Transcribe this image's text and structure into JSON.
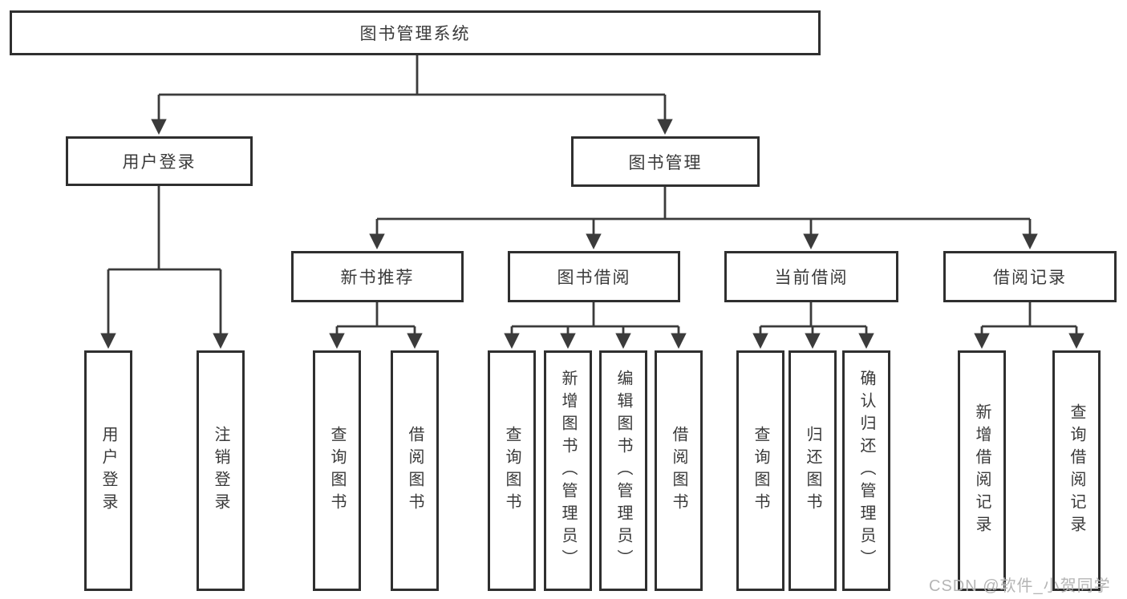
{
  "meta": {
    "diagram_type": "hierarchy",
    "background_color": "#ffffff",
    "line_color": "#3b3b3b",
    "box_border_color": "#2f2f2f",
    "box_fill_color": "#ffffff",
    "text_color": "#3a3a3a",
    "watermark_color": "#b5b5b5"
  },
  "nodes": {
    "root": {
      "label": "图书管理系统"
    },
    "user_login": {
      "label": "用户登录"
    },
    "book_mgmt": {
      "label": "图书管理"
    },
    "login": {
      "label": "用户登录"
    },
    "logout": {
      "label": "注销登录"
    },
    "new_book_rec": {
      "label": "新书推荐"
    },
    "book_borrow": {
      "label": "图书借阅"
    },
    "current_borrow": {
      "label": "当前借阅"
    },
    "borrow_records": {
      "label": "借阅记录"
    },
    "nb_query": {
      "label": "查询图书"
    },
    "nb_borrow": {
      "label": "借阅图书"
    },
    "bb_query": {
      "label": "查询图书"
    },
    "bb_add": {
      "label": "新增图书（管理员）"
    },
    "bb_edit": {
      "label": "编辑图书（管理员）"
    },
    "bb_borrow": {
      "label": "借阅图书"
    },
    "cb_query": {
      "label": "查询图书"
    },
    "cb_return": {
      "label": "归还图书"
    },
    "cb_confirm": {
      "label": "确认归还（管理员）"
    },
    "br_add": {
      "label": "新增借阅记录"
    },
    "br_query": {
      "label": "查询借阅记录"
    }
  },
  "edges": [
    [
      "root",
      "user_login"
    ],
    [
      "root",
      "book_mgmt"
    ],
    [
      "user_login",
      "login"
    ],
    [
      "user_login",
      "logout"
    ],
    [
      "book_mgmt",
      "new_book_rec"
    ],
    [
      "book_mgmt",
      "book_borrow"
    ],
    [
      "book_mgmt",
      "current_borrow"
    ],
    [
      "book_mgmt",
      "borrow_records"
    ],
    [
      "new_book_rec",
      "nb_query"
    ],
    [
      "new_book_rec",
      "nb_borrow"
    ],
    [
      "book_borrow",
      "bb_query"
    ],
    [
      "book_borrow",
      "bb_add"
    ],
    [
      "book_borrow",
      "bb_edit"
    ],
    [
      "book_borrow",
      "bb_borrow"
    ],
    [
      "current_borrow",
      "cb_query"
    ],
    [
      "current_borrow",
      "cb_return"
    ],
    [
      "current_borrow",
      "cb_confirm"
    ],
    [
      "borrow_records",
      "br_add"
    ],
    [
      "borrow_records",
      "br_query"
    ]
  ],
  "watermark": {
    "text": "CSDN @软件_小贺同学"
  }
}
